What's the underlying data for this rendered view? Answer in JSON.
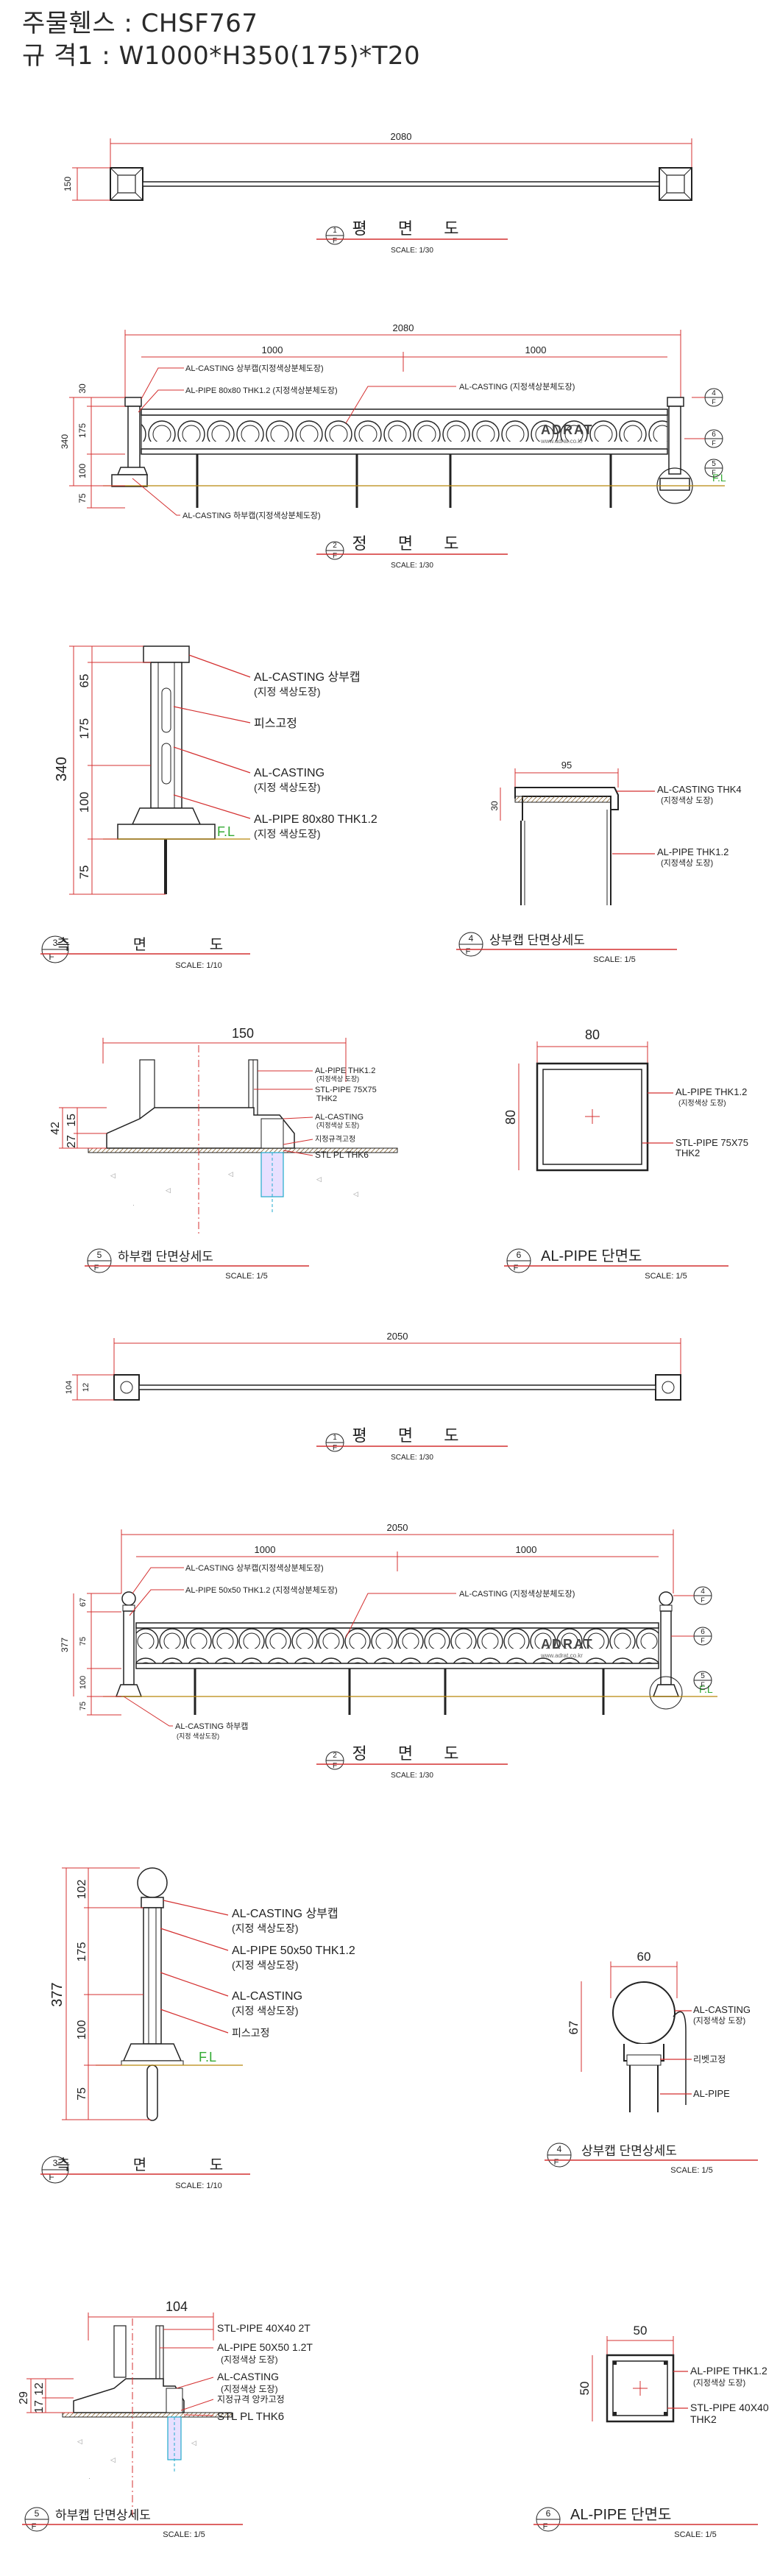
{
  "header": {
    "line1": "주물휀스 : CHSF767",
    "line2": "규 격1 : W1000*H350(175)*T20"
  },
  "common": {
    "fl": "F.L",
    "title_plan": "평 면 도",
    "title_front": "정 면 도",
    "title_side": "측 면 도",
    "sheet": "F",
    "scale_30": "SCALE: 1/30",
    "scale_10": "SCALE: 1/10",
    "scale_5": "SCALE: 1/5",
    "watermark_main": "ADRAT",
    "watermark_sub": "www.adrat.co.kr"
  },
  "set1": {
    "plan_width": "2080",
    "plan_depth": "150",
    "front_width": "2080",
    "span_left": "1000",
    "span_right": "1000",
    "front_dims": [
      "30",
      "175",
      "340",
      "100",
      "75"
    ],
    "front_labels": [
      "AL-CASTING 상부캡(지정색상분체도장)",
      "AL-PIPE 80x80 THK1.2 (지정색상분체도장)",
      "AL-CASTING (지정색상분체도장)",
      "AL-CASTING 하부캡(지정색상분체도장)"
    ],
    "side_dims": [
      "65",
      "175",
      "100",
      "75",
      "340"
    ],
    "side_labels": [
      {
        "main": "AL-CASTING 상부캡",
        "sub": "(지정 색상도장)"
      },
      {
        "main": "피스고정",
        "sub": ""
      },
      {
        "main": "AL-CASTING",
        "sub": "(지정 색상도장)"
      },
      {
        "main": "AL-PIPE 80x80 THK1.2",
        "sub": "(지정 색상도장)"
      }
    ],
    "cap_title": "상부캡 단면상세도",
    "cap_dim_w": "95",
    "cap_dim_h": "30",
    "cap_labels": [
      {
        "main": "AL-CASTING THK4",
        "sub": "(지정색상 도장)"
      },
      {
        "main": "AL-PIPE THK1.2",
        "sub": "(지정색상 도장)"
      }
    ],
    "base_title": "하부캡 단면상세도",
    "base_dim_w": "150",
    "base_dims": [
      "15",
      "27",
      "42"
    ],
    "base_labels": [
      "AL-PIPE THK1.2",
      "(지정색상 도장)",
      "STL-PIPE 75X75",
      "THK2",
      "AL-CASTING",
      "(지정색상 도장)",
      "지정규격고정",
      "STL PL THK6"
    ],
    "pipe_title": "AL-PIPE 단면도",
    "pipe_dim": "80",
    "pipe_labels": [
      "AL-PIPE THK1.2",
      "(지정색상 도장)",
      "STL-PIPE 75X75",
      "THK2"
    ]
  },
  "set2": {
    "plan_width": "2050",
    "plan_depth": "104",
    "plan_depth_inner": "12",
    "front_width": "2050",
    "span_left": "1000",
    "span_right": "1000",
    "front_dims": [
      "67",
      "75",
      "377",
      "100",
      "75"
    ],
    "front_labels": [
      "AL-CASTING 상부캡(지정색상분체도장)",
      "AL-PIPE 50x50 THK1.2 (지정색상분체도장)",
      "AL-CASTING (지정색상분체도장)",
      "AL-CASTING 하부캡",
      "(지정 색상도장)"
    ],
    "side_dims": [
      "102",
      "175",
      "100",
      "75",
      "377"
    ],
    "side_labels": [
      {
        "main": "AL-CASTING 상부캡",
        "sub": "(지정 색상도장)"
      },
      {
        "main": "AL-PIPE 50x50 THK1.2",
        "sub": "(지정 색상도장)"
      },
      {
        "main": "AL-CASTING",
        "sub": "(지정 색상도장)"
      },
      {
        "main": "피스고정",
        "sub": ""
      }
    ],
    "cap_title": "상부캡 단면상세도",
    "cap_dim_w": "60",
    "cap_dim_h": "67",
    "cap_labels": [
      {
        "main": "AL-CASTING",
        "sub": "(지정색상 도장)"
      },
      {
        "main": "리벳고정",
        "sub": ""
      },
      {
        "main": "AL-PIPE",
        "sub": ""
      }
    ],
    "base_title": "하부캡 단면상세도",
    "base_dim_w": "104",
    "base_dims": [
      "12",
      "17",
      "29"
    ],
    "base_labels": [
      "STL-PIPE 40X40 2T",
      "AL-PIPE 50X50 1.2T",
      "(지정색상 도장)",
      "AL-CASTING",
      "(지정색상 도장)",
      "지정규격 앙카고정",
      "STL PL THK6"
    ],
    "pipe_title": "AL-PIPE 단면도",
    "pipe_dim": "50",
    "pipe_labels": [
      "AL-PIPE THK1.2",
      "(지정색상 도장)",
      "STL-PIPE 40X40",
      "THK2"
    ]
  }
}
